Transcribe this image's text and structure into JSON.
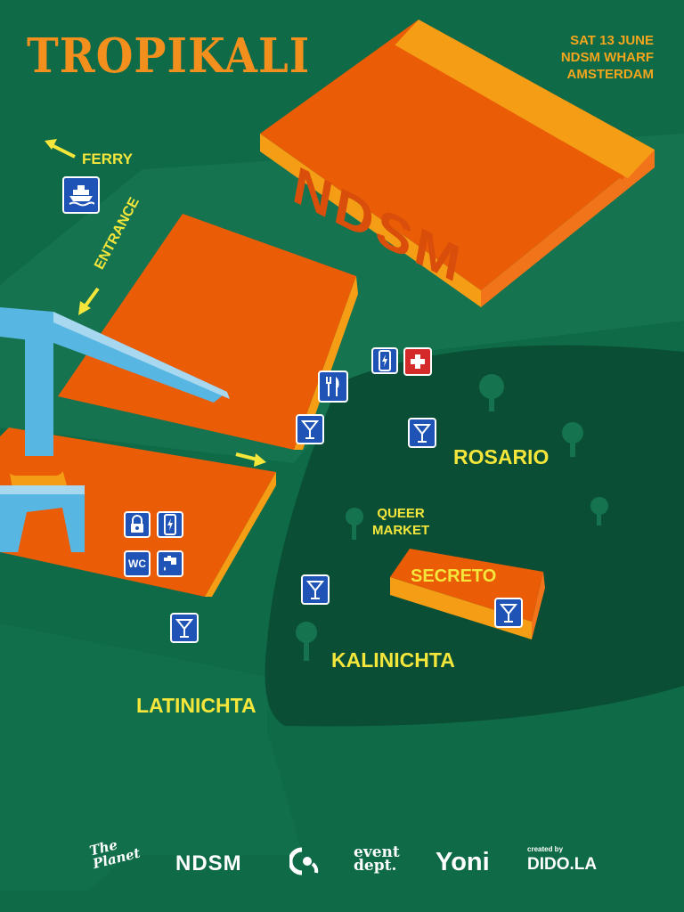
{
  "header": {
    "logo_text": "TROPIKALI",
    "event_lines": [
      "SAT 13 JUNE",
      "NDSM WHARF",
      "AMSTERDAM"
    ]
  },
  "map": {
    "labels": {
      "ferry": "FERRY",
      "entrance": "ENTRANCE",
      "ndsm_building": "NDSM",
      "rosario": "ROSARIO",
      "queer_market_line1": "QUEER",
      "queer_market_line2": "MARKET",
      "secreto": "SECRETO",
      "kalinichta": "KALINICHTA",
      "latinichta": "LATINICHTA"
    },
    "icon_labels": {
      "wc": "WC"
    },
    "icons": [
      "ferry-icon",
      "cutlery-icon",
      "phone-charging-icon",
      "first-aid-icon",
      "cocktail-icon",
      "lock-icon",
      "wc-icon",
      "water-tap-icon"
    ]
  },
  "sponsors": {
    "the_planet_line1": "The",
    "the_planet_line2": "Planet",
    "ndsm": "NDSM",
    "event_dept_line1": "event",
    "event_dept_line2": "dept.",
    "yoni": "Yoni",
    "created_by": "created by",
    "dido": "DIDO.LA"
  },
  "colors": {
    "background": "#0e6a47",
    "park": "#0a4f35",
    "path": "#157350",
    "building_orange": "#ea5c06",
    "building_side": "#f59e15",
    "label_yellow": "#f4e63a",
    "crane_blue": "#58b6e3",
    "icon_blue": "#1f53b5",
    "icon_red": "#d42a2a"
  }
}
